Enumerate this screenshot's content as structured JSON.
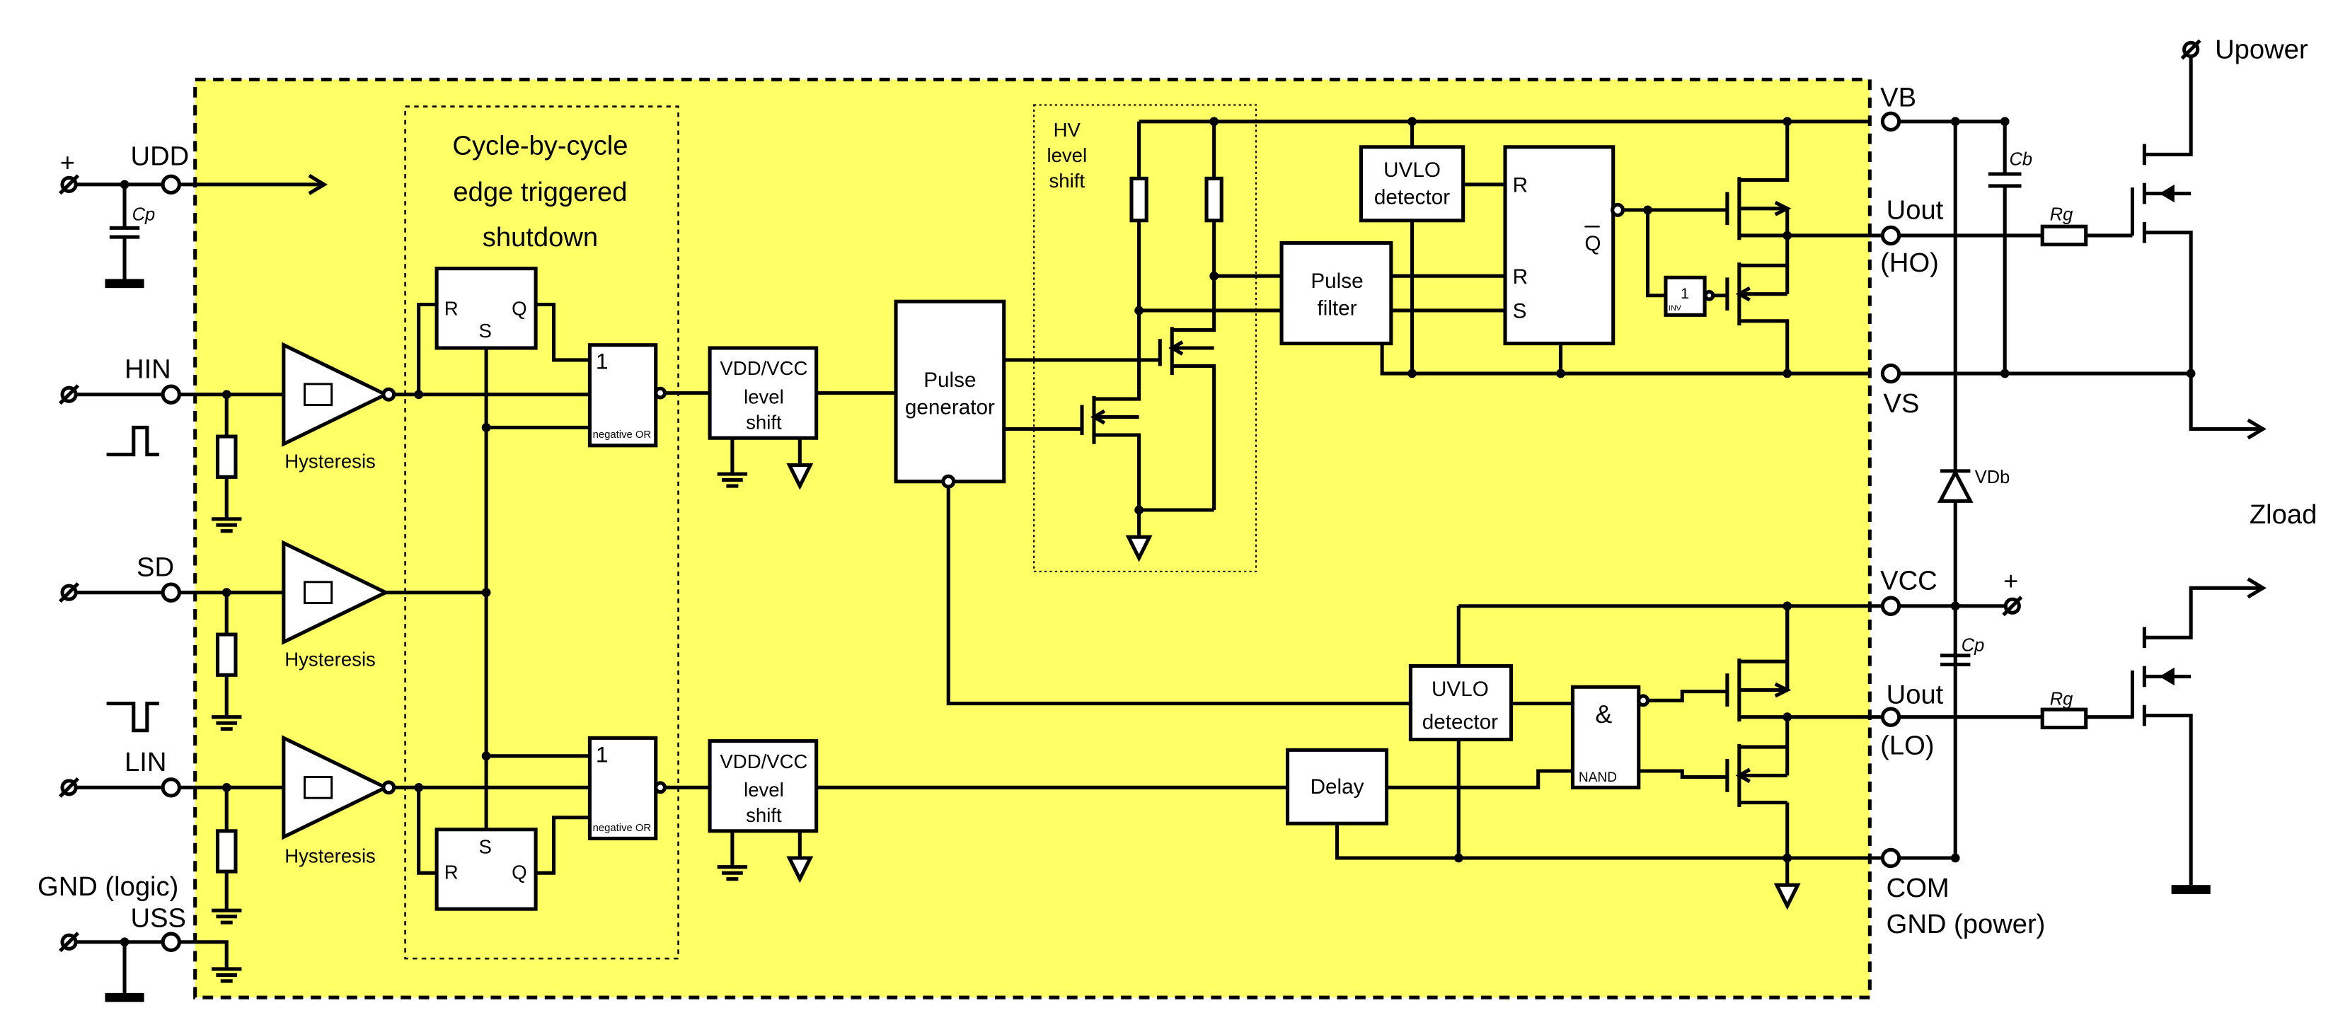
{
  "colors": {
    "chip_fill": "#ffff66",
    "wire": "#000000",
    "block_fill": "#ffffff"
  },
  "pins": {
    "udd": "UDD",
    "hin": "HIN",
    "sd": "SD",
    "lin": "LIN",
    "gnd_logic": "GND (logic)",
    "uss": "USS",
    "vb": "VB",
    "uout_hi": "Uout",
    "ho": "(HO)",
    "vs": "VS",
    "vcc": "VCC",
    "uout_lo": "Uout",
    "lo": "(LO)",
    "com": "COM",
    "gnd_power": "GND (power)"
  },
  "signs": {
    "plus": "+",
    "plus_vcc": "+"
  },
  "labels": {
    "cp_left": "Cp",
    "cp_right": "Cp",
    "cb": "Cb",
    "vdb": "VDb",
    "rg_high": "Rg",
    "rg_low": "Rg",
    "upower": "Upower",
    "zload": "Zload",
    "hyst1": "Hysteresis",
    "hyst2": "Hysteresis",
    "hyst3": "Hysteresis"
  },
  "shutdown_box": {
    "line1": "Cycle-by-cycle",
    "line2": "edge triggered",
    "line3": "shutdown"
  },
  "latch_top": {
    "r": "R",
    "s": "S",
    "q": "Q"
  },
  "latch_bottom": {
    "r": "R",
    "s": "S",
    "q": "Q"
  },
  "or_top": {
    "symbol": "1",
    "caption": "negative OR"
  },
  "or_bottom": {
    "symbol": "1",
    "caption": "negative OR"
  },
  "level_shift_top": {
    "line1": "VDD/VCC",
    "line2": "level",
    "line3": "shift"
  },
  "level_shift_bottom": {
    "line1": "VDD/VCC",
    "line2": "level",
    "line3": "shift"
  },
  "pulse_generator": {
    "line1": "Pulse",
    "line2": "generator"
  },
  "hv_level_shift": {
    "line1": "HV",
    "line2": "level",
    "line3": "shift"
  },
  "pulse_filter": {
    "line1": "Pulse",
    "line2": "filter"
  },
  "uvlo_high": {
    "line1": "UVLO",
    "line2": "detector"
  },
  "uvlo_low": {
    "line1": "UVLO",
    "line2": "detector"
  },
  "rs_latch": {
    "r1": "R",
    "r2": "R",
    "s": "S",
    "qbar": "Q"
  },
  "inverter": {
    "symbol": "1",
    "caption": "INV"
  },
  "delay": "Delay",
  "nand": {
    "symbol": "&",
    "caption": "NAND"
  }
}
